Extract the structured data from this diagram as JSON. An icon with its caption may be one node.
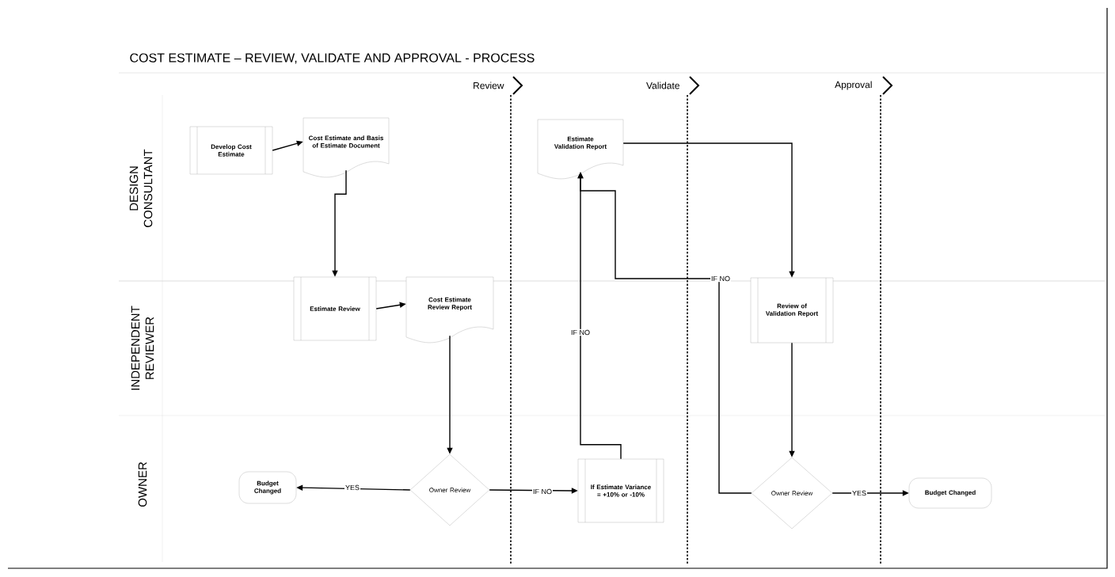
{
  "diagram": {
    "title": "COST ESTIMATE – REVIEW, VALIDATE AND APPROVAL - PROCESS",
    "nodes": [
      {
        "text": [
          "Develop Cost Estimate"
        ]
      },
      {
        "text": [
          "Cost Estimate and Basis of Estimate Document"
        ]
      },
      {
        "text": [
          "Estimate Validation Report"
        ]
      },
      {
        "text": [
          "Estimate Review"
        ]
      },
      {
        "text": [
          "Cost Estimate Review Report"
        ]
      },
      {
        "text": [
          "Review of Validation Report"
        ]
      },
      {
        "text": [
          "Budget Changed"
        ]
      },
      {
        "text": [
          "Owner Review"
        ]
      },
      {
        "text": [
          "If Estimate Variance = +10% or -10%"
        ]
      },
      {
        "text": [
          "Owner Review"
        ]
      },
      {
        "text": [
          "Budget Changed"
        ]
      }
    ],
    "edges": [
      {
        "from": 0,
        "to": 1,
        "arrow": "to"
      },
      {
        "from": 1,
        "to": 3,
        "arrow": "to"
      },
      {
        "from": 3,
        "to": 4,
        "arrow": "to"
      },
      {
        "from": 4,
        "to": 7,
        "arrow": "to"
      },
      {
        "from": 7,
        "to": 6,
        "arrow": "to",
        "label": "YES"
      },
      {
        "from": 7,
        "to": 8,
        "arrow": "to",
        "label": "IF NO"
      },
      {
        "from": 8,
        "to": 2,
        "arrow": "to",
        "label": "IF NO"
      },
      {
        "from": 9,
        "to": 2,
        "arrow": "to",
        "label": "IF NO"
      },
      {
        "from": 2,
        "to": 5,
        "arrow": "to"
      },
      {
        "from": 5,
        "to": 9,
        "arrow": "to"
      },
      {
        "from": 9,
        "to": 10,
        "arrow": "to",
        "label": "YES"
      }
    ],
    "labels": [
      "Review",
      "Validate",
      "Approval",
      "DESIGN CONSULTANT",
      "INDEPENDENT REVIEWER",
      "OWNER"
    ]
  }
}
